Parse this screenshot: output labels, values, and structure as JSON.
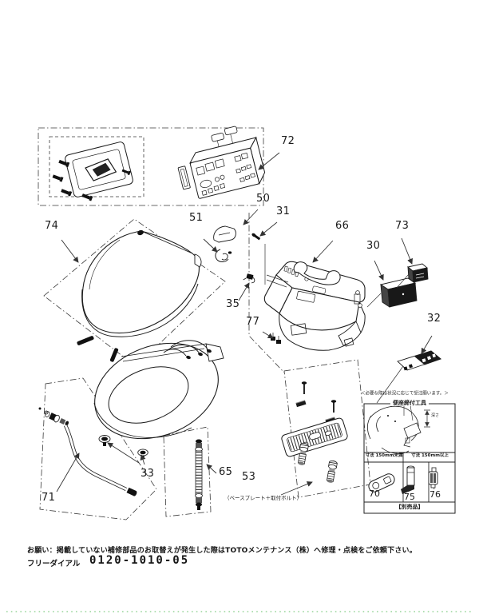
{
  "part_labels": {
    "p30": "30",
    "p31": "31",
    "p32": "32",
    "p33": "33",
    "p35": "35",
    "p50": "50",
    "p51": "51",
    "p53": "53",
    "p65": "65",
    "p66": "66",
    "p70": "70",
    "p71": "71",
    "p72": "72",
    "p73": "73",
    "p74": "74",
    "p75": "75",
    "p76": "76",
    "p77": "77"
  },
  "annotations": {
    "base_plate_note": "（ベースプレート＋取付ボルト）"
  },
  "order_box": {
    "header": "＜必要な際は状況に応じて受注願います。＞",
    "tool_title": "便座締付工具",
    "dim_label": "深さ",
    "col_under_150": "寸法 150mm未満",
    "col_over_150": "寸法 150mm以上",
    "sold_separately": "【別売品】"
  },
  "footer": {
    "notice": "お願い：掲載していない補修部品のお取替えが発生した際はTOTOメンテナンス（株）へ修理・点検をご依頼下さい。",
    "free_dial_label": "フリーダイアル",
    "phone_number": "0120-1010-05"
  }
}
